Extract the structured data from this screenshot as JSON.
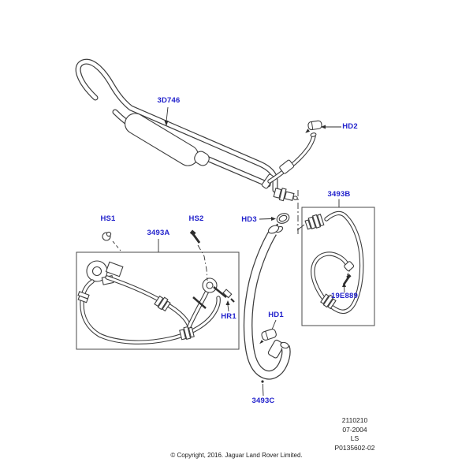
{
  "diagram": {
    "type": "parts-diagram",
    "description": "Power steering hoses and cooler tube exploded parts diagram",
    "colors": {
      "callout_blue": "#2222cc",
      "line_art": "#3d3d3d",
      "background": "#ffffff"
    },
    "callouts": {
      "cooler_tube": "3D746",
      "clip_hd2": "HD2",
      "return_hose_boxed": "3493B",
      "screw_19e889": "19E889",
      "screw_hs1": "HS1",
      "screw_hs2": "HS2",
      "clip_hd3": "HD3",
      "pressure_hose_boxed": "3493A",
      "oring_hr1": "HR1",
      "clip_hd1": "HD1",
      "return_hose_c": "3493C"
    }
  },
  "footer": {
    "plate": {
      "line1": "2110210",
      "line2": "07-2004",
      "line3": "LS",
      "line4": "P0135602-02"
    },
    "copyright": "© Copyright, 2016. Jaguar Land Rover Limited."
  }
}
